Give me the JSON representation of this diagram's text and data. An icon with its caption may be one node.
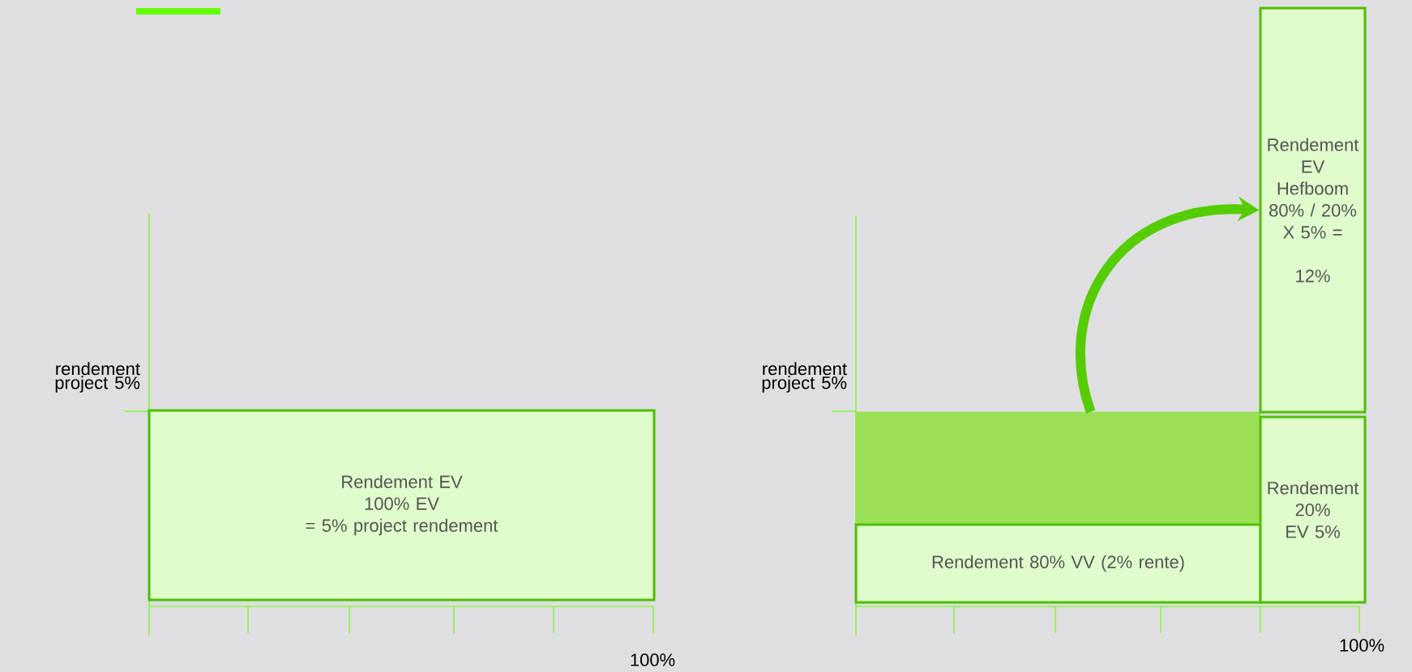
{
  "diagram": {
    "nodes": [
      {
        "text": [
          "Rendement EV",
          "100% EV",
          "= 5% project rendement"
        ]
      },
      {
        "text": [],
        "shape": "box"
      },
      {
        "text": [
          "Rendement 80% VV (2% rente)"
        ]
      },
      {
        "text": [
          "Rendement 20% EV 5%"
        ]
      },
      {
        "text": [
          "Rendement EV Hefboom 80% / 20% X 5% =",
          "12%"
        ]
      }
    ],
    "edges": [
      {
        "from": 1,
        "to": 4,
        "arrow": "to"
      }
    ],
    "labels": [
      "rendement project 5%",
      "100%",
      "rendement project 5%",
      "100%"
    ]
  }
}
